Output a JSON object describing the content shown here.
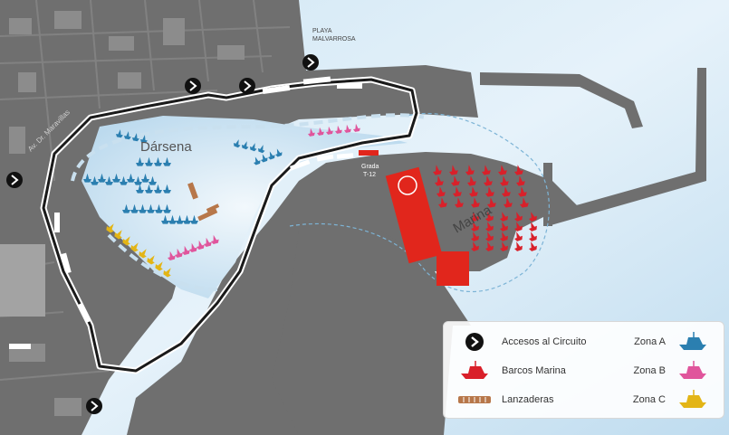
{
  "map": {
    "labels": {
      "playa_line1": "PLAYA",
      "playa_line2": "MALVARROSA",
      "darsena": "Dársena",
      "marina": "Marina",
      "grada_line1": "Grada",
      "grada_line2": "T-12",
      "street": "Av. Dr. Maravillas"
    }
  },
  "legend": {
    "items": [
      {
        "icon": "access-arrow-icon",
        "label": "Accesos al Circuito",
        "color": "#111111"
      },
      {
        "icon": "red-boat-icon",
        "label": "Barcos Marina",
        "color": "#d9202a"
      },
      {
        "icon": "shuttle-boat-icon",
        "label": "Lanzaderas",
        "color": "#b7774a"
      },
      {
        "icon": "blue-boat-icon",
        "label": "Zona A",
        "color": "#2b7fb0"
      },
      {
        "icon": "pink-boat-icon",
        "label": "Zona B",
        "color": "#e0559c"
      },
      {
        "icon": "yellow-boat-icon",
        "label": "Zona C",
        "color": "#e3b516"
      }
    ]
  }
}
